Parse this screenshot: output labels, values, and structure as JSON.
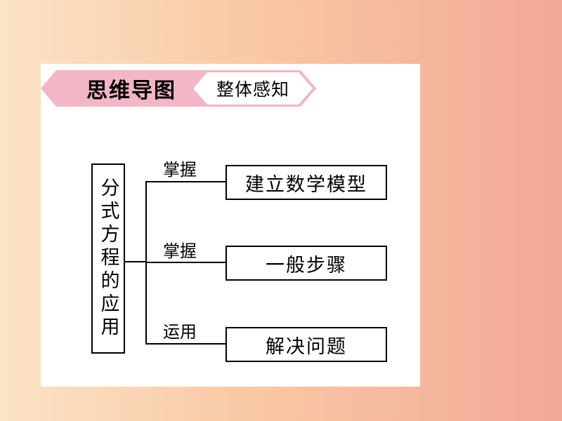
{
  "header": {
    "title": "思维导图",
    "subtitle": "整体感知"
  },
  "mindmap": {
    "root": "分式方程的应用",
    "branches": [
      {
        "relation": "掌握",
        "target": "建立数学模型"
      },
      {
        "relation": "掌握",
        "target": "一般步骤"
      },
      {
        "relation": "运用",
        "target": "解决问题"
      }
    ]
  },
  "colors": {
    "background_left": "#fbe3c6",
    "background_right": "#f3a898",
    "tab_fill": "#f3b6c7"
  }
}
